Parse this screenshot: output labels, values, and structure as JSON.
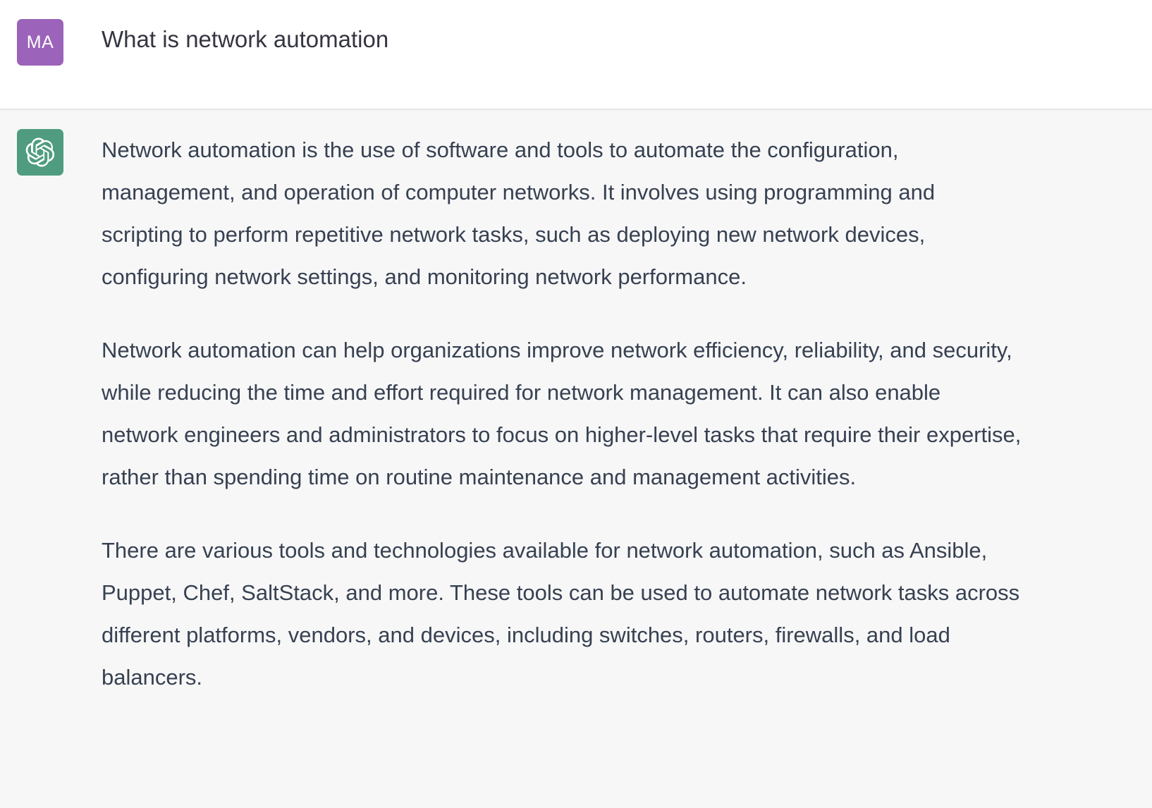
{
  "conversation": {
    "user_message": {
      "avatar_initials": "MA",
      "avatar_color": "#9b63b9",
      "text": "What is network automation"
    },
    "assistant_message": {
      "avatar_icon": "openai-logo-icon",
      "avatar_color": "#4f9c80",
      "paragraphs": [
        "Network automation is the use of software and tools to automate the configuration, management, and operation of computer networks. It involves using programming and scripting to perform repetitive network tasks, such as deploying new network devices, configuring network settings, and monitoring network performance.",
        "Network automation can help organizations improve network efficiency, reliability, and security, while reducing the time and effort required for network management. It can also enable network engineers and administrators to focus on higher-level tasks that require their expertise, rather than spending time on routine maintenance and management activities.",
        "There are various tools and technologies available for network automation, such as Ansible, Puppet, Chef, SaltStack, and more. These tools can be used to automate network tasks across different platforms, vendors, and devices, including switches, routers, firewalls, and load balancers."
      ]
    },
    "colors": {
      "user_row_background": "#ffffff",
      "assistant_row_background": "#f7f7f8",
      "divider": "#e5e5e6",
      "text": "#374151"
    }
  }
}
